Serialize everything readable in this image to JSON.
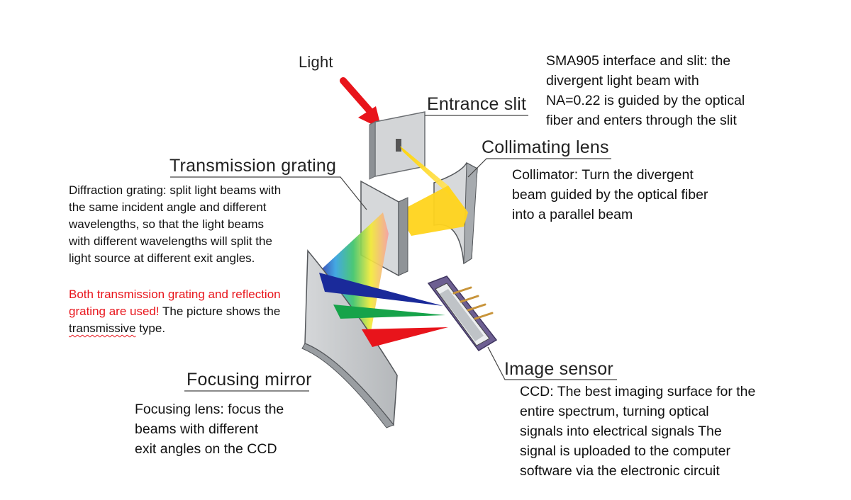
{
  "labels": {
    "light": "Light",
    "entrance_slit": "Entrance slit",
    "collimating_lens": "Collimating lens",
    "transmission_grating": "Transmission grating",
    "focusing_mirror": "Focusing mirror",
    "image_sensor": "Image sensor"
  },
  "descriptions": {
    "sma905": [
      "SMA905 interface and slit: the",
      "divergent light beam with",
      "NA=0.22 is guided by the optical",
      "fiber and enters through the slit"
    ],
    "collimator": [
      "Collimator: Turn the divergent",
      "beam guided by the optical fiber",
      "into a parallel beam"
    ],
    "grating": [
      "Diffraction grating: split light beams with",
      "the same incident angle and different",
      "wavelengths, so that the light beams",
      "with different wavelengths will split the",
      "light source at different exit angles."
    ],
    "grating_note": {
      "red_line1": "Both transmission grating and reflection",
      "red_line2": "grating are used!",
      "black_line2": " The picture shows the",
      "line3_underlined": "transmissive",
      "line3_rest": " type."
    },
    "focusing": [
      "Focusing lens: focus the",
      "beams with different",
      "exit angles on the CCD"
    ],
    "ccd": [
      "CCD: The best imaging surface for the",
      "entire spectrum, turning optical",
      "signals into electrical signals The",
      "signal is uploaded to the computer",
      "software via the electronic circuit"
    ]
  },
  "colors": {
    "arrow": "#e8141b",
    "beam_yellow": "#ffd21a",
    "spectrum_blue": "#1a2a9a",
    "spectrum_green": "#1aa64a",
    "spectrum_red": "#e8141b",
    "component_gray": "#c9cbcd",
    "sensor_purple": "#6d5f92",
    "note_red": "#e8141b"
  }
}
